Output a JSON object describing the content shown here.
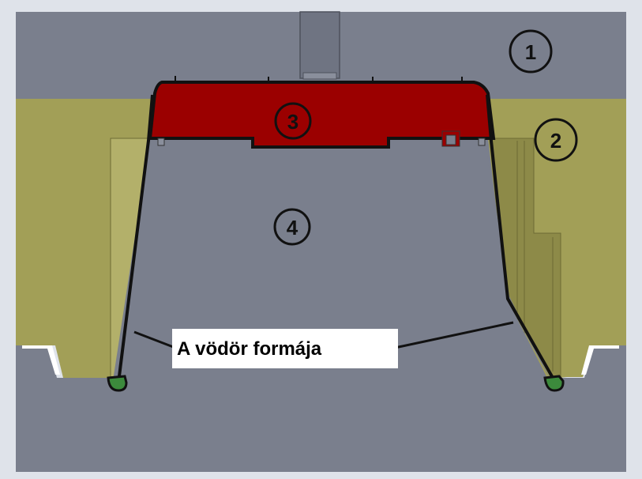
{
  "labels": {
    "part_1": "1",
    "part_2": "2",
    "part_3": "3",
    "part_4": "4",
    "caption": "A vödör formája"
  },
  "colors": {
    "background": "#dfe3ea",
    "steel_gray": "#7a7f8d",
    "olive": "#a29f57",
    "olive_dark": "#8d8a48",
    "red": "#9b0000",
    "outline": "#111111",
    "accent_green": "#3c8a3c",
    "label_box": "#ffffff"
  }
}
